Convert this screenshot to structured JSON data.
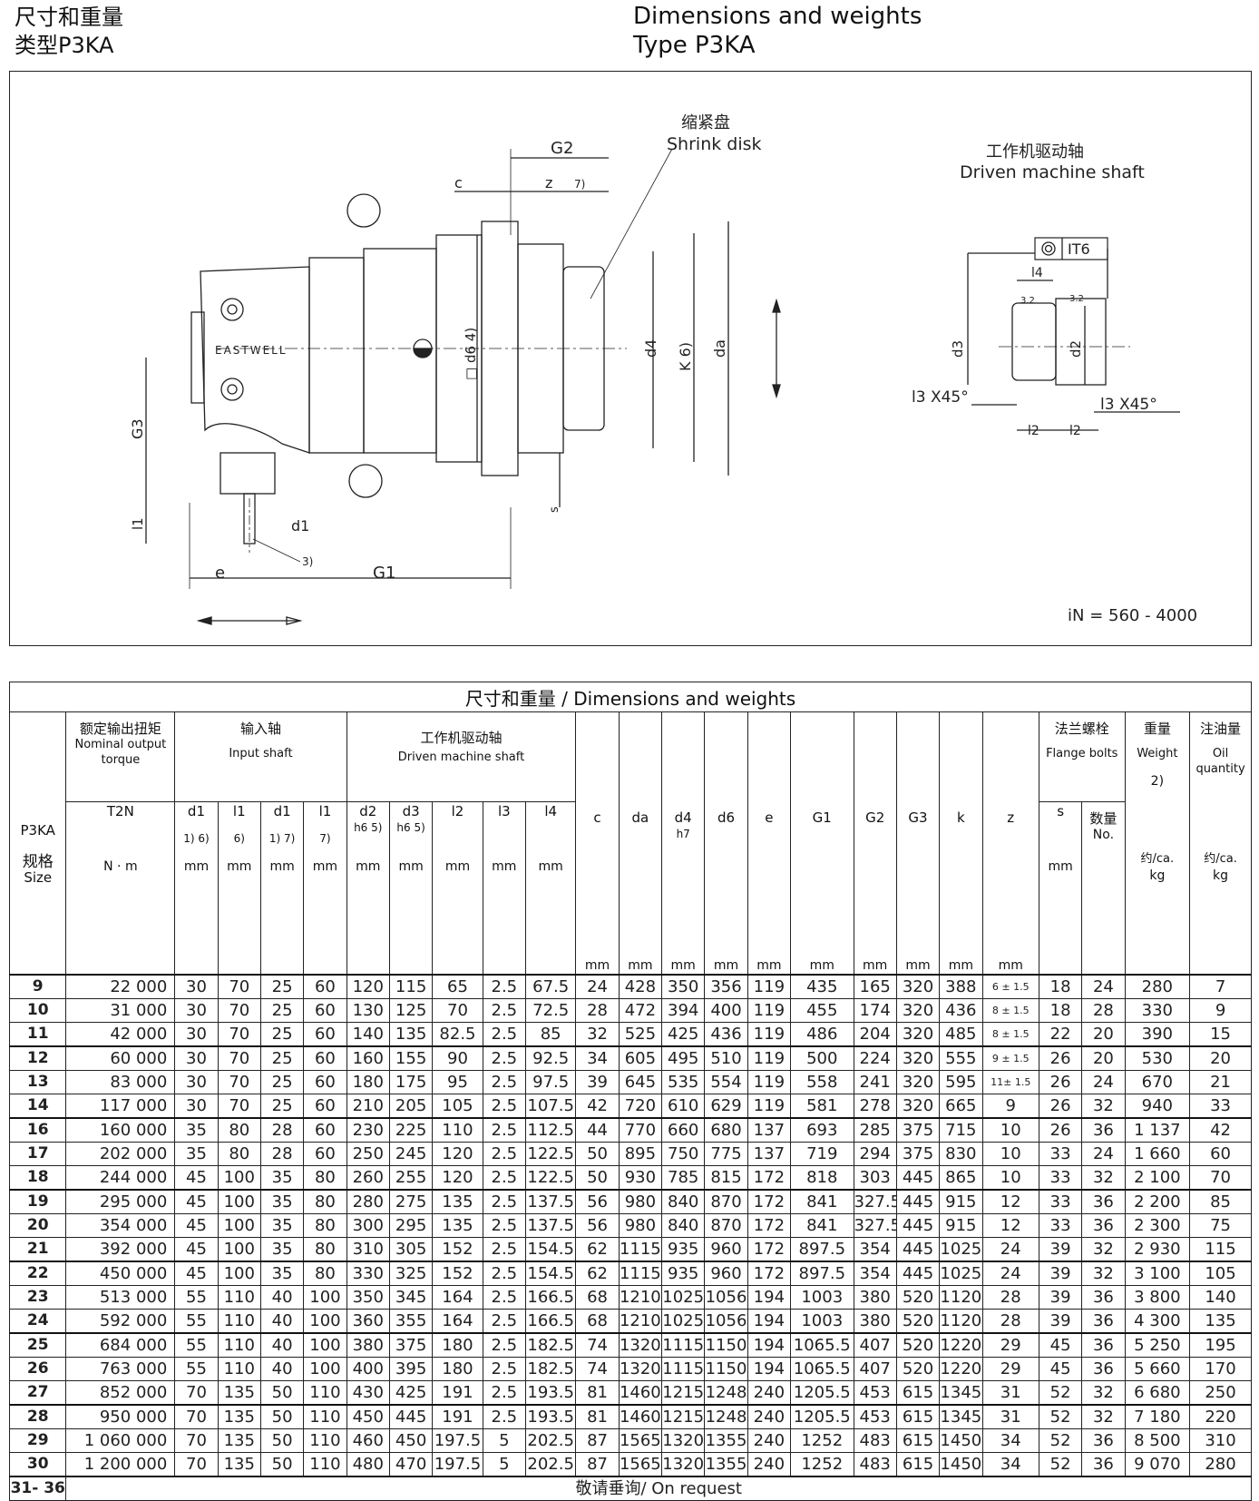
{
  "header": {
    "cn_title": "尺寸和重量",
    "cn_type": "类型P3KA",
    "en_title": "Dimensions and weights",
    "en_type": "Type P3KA"
  },
  "drawing": {
    "brand": "EASTWELL",
    "shrink_disk_cn": "缩紧盘",
    "shrink_disk_en": "Shrink disk",
    "driven_cn": "工作机驱动轴",
    "driven_en": "Driven machine shaft",
    "ratio": "iN = 560 - 4000",
    "labels": {
      "G2": "G2",
      "c": "c",
      "z": "z",
      "z_note": "7)",
      "d6": "□ d6  4)",
      "d4": "d4",
      "K": "K  6)",
      "da": "da",
      "G3": "G3",
      "l1": "l1",
      "d1": "d1",
      "note3": "3)",
      "e": "e",
      "G1": "G1",
      "s": "s",
      "IT6": "IT6",
      "l4": "l4",
      "r32a": "3.2",
      "r32b": "3.2",
      "d3": "d3",
      "d2": "d2",
      "l3a": "l3 X45°",
      "l3b": "l3 X45°",
      "l2a": "l2",
      "l2b": "l2"
    }
  },
  "table": {
    "title": "尺寸和重量  / Dimensions and weights",
    "model": "P3KA",
    "size_cn": "规格",
    "size_en": "Size",
    "torque_cn": "额定输出扭矩",
    "torque_en": "Nominal output torque",
    "input_cn": "输入轴",
    "input_en": "Input shaft",
    "driven_cn": "工作机驱动轴",
    "driven_en": "Driven machine shaft",
    "flange_cn": "法兰螺栓",
    "flange_en": "Flange bolts",
    "weight_cn": "重量",
    "weight_en": "Weight",
    "weight_note": "2)",
    "oil_cn": "注油量",
    "oil_en": "Oil quantity",
    "approx": "约/ca.",
    "kg": "kg",
    "count_cn": "数量",
    "count_en": "No.",
    "cols": [
      {
        "sym": "T2N",
        "note": "",
        "unit": "N · m"
      },
      {
        "sym": "d1",
        "note": "1) 6)",
        "unit": "mm"
      },
      {
        "sym": "l1",
        "note": "6)",
        "unit": "mm"
      },
      {
        "sym": "d1",
        "note": "1) 7)",
        "unit": "mm"
      },
      {
        "sym": "l1",
        "note": "7)",
        "unit": "mm"
      },
      {
        "sym": "d2",
        "note": "h6 5)",
        "unit": "mm"
      },
      {
        "sym": "d3",
        "note": "h6 5)",
        "unit": "mm"
      },
      {
        "sym": "l2",
        "note": "",
        "unit": "mm"
      },
      {
        "sym": "l3",
        "note": "",
        "unit": "mm"
      },
      {
        "sym": "l4",
        "note": "",
        "unit": "mm"
      },
      {
        "sym": "c",
        "note": "",
        "unit": "mm"
      },
      {
        "sym": "da",
        "note": "",
        "unit": "mm"
      },
      {
        "sym": "d4",
        "note": "h7",
        "unit": "mm"
      },
      {
        "sym": "d6",
        "note": "",
        "unit": "mm"
      },
      {
        "sym": "e",
        "note": "",
        "unit": "mm"
      },
      {
        "sym": "G1",
        "note": "",
        "unit": "mm"
      },
      {
        "sym": "G2",
        "note": "",
        "unit": "mm"
      },
      {
        "sym": "G3",
        "note": "",
        "unit": "mm"
      },
      {
        "sym": "k",
        "note": "",
        "unit": "mm"
      },
      {
        "sym": "z",
        "note": "",
        "unit": "mm"
      },
      {
        "sym": "s",
        "note": "",
        "unit": "mm"
      }
    ],
    "rows": [
      [
        "9",
        "22 000",
        "30",
        "70",
        "25",
        "60",
        "120",
        "115",
        "65",
        "2.5",
        "67.5",
        "24",
        "428",
        "350",
        "356",
        "119",
        "435",
        "165",
        "320",
        "388",
        "6 ± 1.5",
        "18",
        "24",
        "280",
        "7"
      ],
      [
        "10",
        "31 000",
        "30",
        "70",
        "25",
        "60",
        "130",
        "125",
        "70",
        "2.5",
        "72.5",
        "28",
        "472",
        "394",
        "400",
        "119",
        "455",
        "174",
        "320",
        "436",
        "8 ± 1.5",
        "18",
        "28",
        "330",
        "9"
      ],
      [
        "11",
        "42 000",
        "30",
        "70",
        "25",
        "60",
        "140",
        "135",
        "82.5",
        "2.5",
        "85",
        "32",
        "525",
        "425",
        "436",
        "119",
        "486",
        "204",
        "320",
        "485",
        "8 ± 1.5",
        "22",
        "20",
        "390",
        "15"
      ],
      [
        "12",
        "60 000",
        "30",
        "70",
        "25",
        "60",
        "160",
        "155",
        "90",
        "2.5",
        "92.5",
        "34",
        "605",
        "495",
        "510",
        "119",
        "500",
        "224",
        "320",
        "555",
        "9 ± 1.5",
        "26",
        "20",
        "530",
        "20"
      ],
      [
        "13",
        "83 000",
        "30",
        "70",
        "25",
        "60",
        "180",
        "175",
        "95",
        "2.5",
        "97.5",
        "39",
        "645",
        "535",
        "554",
        "119",
        "558",
        "241",
        "320",
        "595",
        "11± 1.5",
        "26",
        "24",
        "670",
        "21"
      ],
      [
        "14",
        "117 000",
        "30",
        "70",
        "25",
        "60",
        "210",
        "205",
        "105",
        "2.5",
        "107.5",
        "42",
        "720",
        "610",
        "629",
        "119",
        "581",
        "278",
        "320",
        "665",
        "9",
        "26",
        "32",
        "940",
        "33"
      ],
      [
        "16",
        "160 000",
        "35",
        "80",
        "28",
        "60",
        "230",
        "225",
        "110",
        "2.5",
        "112.5",
        "44",
        "770",
        "660",
        "680",
        "137",
        "693",
        "285",
        "375",
        "715",
        "10",
        "26",
        "36",
        "1 137",
        "42"
      ],
      [
        "17",
        "202 000",
        "35",
        "80",
        "28",
        "60",
        "250",
        "245",
        "120",
        "2.5",
        "122.5",
        "50",
        "895",
        "750",
        "775",
        "137",
        "719",
        "294",
        "375",
        "830",
        "10",
        "33",
        "24",
        "1 660",
        "60"
      ],
      [
        "18",
        "244 000",
        "45",
        "100",
        "35",
        "80",
        "260",
        "255",
        "120",
        "2.5",
        "122.5",
        "50",
        "930",
        "785",
        "815",
        "172",
        "818",
        "303",
        "445",
        "865",
        "10",
        "33",
        "32",
        "2 100",
        "70"
      ],
      [
        "19",
        "295 000",
        "45",
        "100",
        "35",
        "80",
        "280",
        "275",
        "135",
        "2.5",
        "137.5",
        "56",
        "980",
        "840",
        "870",
        "172",
        "841",
        "327.5",
        "445",
        "915",
        "12",
        "33",
        "36",
        "2 200",
        "85"
      ],
      [
        "20",
        "354 000",
        "45",
        "100",
        "35",
        "80",
        "300",
        "295",
        "135",
        "2.5",
        "137.5",
        "56",
        "980",
        "840",
        "870",
        "172",
        "841",
        "327.5",
        "445",
        "915",
        "12",
        "33",
        "36",
        "2 300",
        "75"
      ],
      [
        "21",
        "392 000",
        "45",
        "100",
        "35",
        "80",
        "310",
        "305",
        "152",
        "2.5",
        "154.5",
        "62",
        "1115",
        "935",
        "960",
        "172",
        "897.5",
        "354",
        "445",
        "1025",
        "24",
        "39",
        "32",
        "2 930",
        "115"
      ],
      [
        "22",
        "450 000",
        "45",
        "100",
        "35",
        "80",
        "330",
        "325",
        "152",
        "2.5",
        "154.5",
        "62",
        "1115",
        "935",
        "960",
        "172",
        "897.5",
        "354",
        "445",
        "1025",
        "24",
        "39",
        "32",
        "3 100",
        "105"
      ],
      [
        "23",
        "513 000",
        "55",
        "110",
        "40",
        "100",
        "350",
        "345",
        "164",
        "2.5",
        "166.5",
        "68",
        "1210",
        "1025",
        "1056",
        "194",
        "1003",
        "380",
        "520",
        "1120",
        "28",
        "39",
        "36",
        "3 800",
        "140"
      ],
      [
        "24",
        "592 000",
        "55",
        "110",
        "40",
        "100",
        "360",
        "355",
        "164",
        "2.5",
        "166.5",
        "68",
        "1210",
        "1025",
        "1056",
        "194",
        "1003",
        "380",
        "520",
        "1120",
        "28",
        "39",
        "36",
        "4 300",
        "135"
      ],
      [
        "25",
        "684 000",
        "55",
        "110",
        "40",
        "100",
        "380",
        "375",
        "180",
        "2.5",
        "182.5",
        "74",
        "1320",
        "1115",
        "1150",
        "194",
        "1065.5",
        "407",
        "520",
        "1220",
        "29",
        "45",
        "36",
        "5 250",
        "195"
      ],
      [
        "26",
        "763 000",
        "55",
        "110",
        "40",
        "100",
        "400",
        "395",
        "180",
        "2.5",
        "182.5",
        "74",
        "1320",
        "1115",
        "1150",
        "194",
        "1065.5",
        "407",
        "520",
        "1220",
        "29",
        "45",
        "36",
        "5 660",
        "170"
      ],
      [
        "27",
        "852 000",
        "70",
        "135",
        "50",
        "110",
        "430",
        "425",
        "191",
        "2.5",
        "193.5",
        "81",
        "1460",
        "1215",
        "1248",
        "240",
        "1205.5",
        "453",
        "615",
        "1345",
        "31",
        "52",
        "32",
        "6 680",
        "250"
      ],
      [
        "28",
        "950 000",
        "70",
        "135",
        "50",
        "110",
        "450",
        "445",
        "191",
        "2.5",
        "193.5",
        "81",
        "1460",
        "1215",
        "1248",
        "240",
        "1205.5",
        "453",
        "615",
        "1345",
        "31",
        "52",
        "32",
        "7 180",
        "220"
      ],
      [
        "29",
        "1 060 000",
        "70",
        "135",
        "50",
        "110",
        "460",
        "450",
        "197.5",
        "5",
        "202.5",
        "87",
        "1565",
        "1320",
        "1355",
        "240",
        "1252",
        "483",
        "615",
        "1450",
        "34",
        "52",
        "36",
        "8 500",
        "310"
      ],
      [
        "30",
        "1 200 000",
        "70",
        "135",
        "50",
        "110",
        "480",
        "470",
        "197.5",
        "5",
        "202.5",
        "87",
        "1565",
        "1320",
        "1355",
        "240",
        "1252",
        "483",
        "615",
        "1450",
        "34",
        "52",
        "36",
        "9 070",
        "280"
      ]
    ],
    "last_row_size": "31- 36",
    "last_row_text": "敬请垂询/ On request"
  }
}
